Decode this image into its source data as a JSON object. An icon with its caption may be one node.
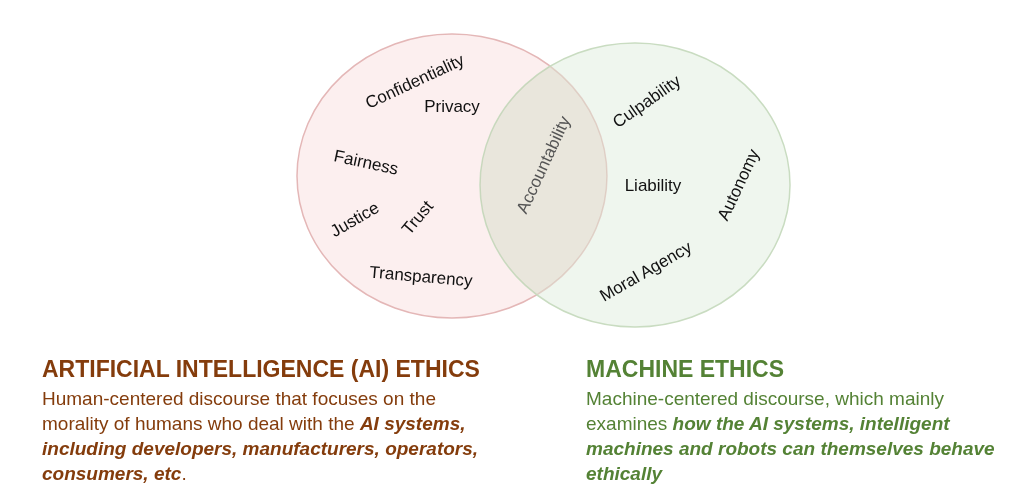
{
  "diagram": {
    "nodes": [
      {
        "text": [
          "Confidentiality",
          "Privacy",
          "Fairness",
          "Justice",
          "Trust",
          "Transparency"
        ]
      },
      {
        "text": [
          "Accountability"
        ]
      },
      {
        "text": [
          "Culpability",
          "Liability",
          "Autonomy",
          "Moral Agency"
        ]
      }
    ],
    "labels": [
      "ARTIFICIAL INTELLIGENCE (AI) ETHICS",
      "Human-centered discourse that focuses on the morality of humans who deal with the *AI systems, including developers, manufacturers, operators, consumers, etc*.",
      "MACHINE ETHICS",
      "Machine-centered discourse, which mainly examines *how the AI systems, intelligent machines and robots can themselves behave ethically*"
    ]
  }
}
